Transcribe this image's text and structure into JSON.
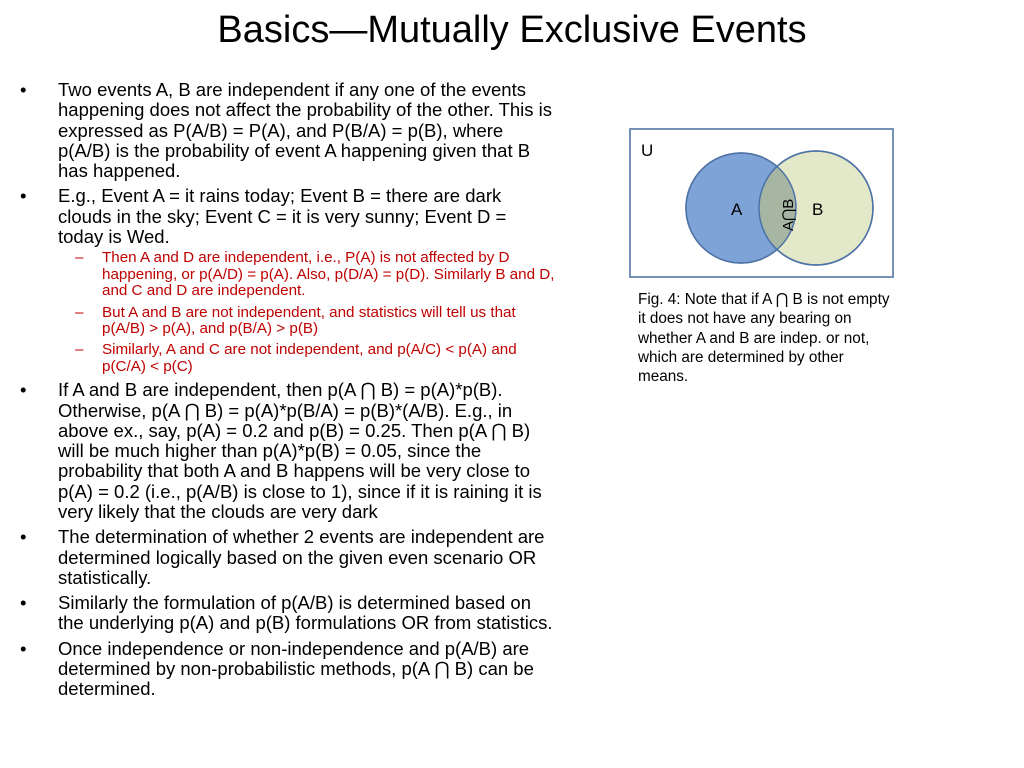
{
  "title": "Basics—Mutually Exclusive Events",
  "bullet_char": "•",
  "sub_bullet_char": "–",
  "bullets": [
    {
      "text": "Two events A, B are independent if any one of the events happening does not affect the probability of the other. This is expressed as P(A/B) = P(A), and P(B/A) = p(B), where p(A/B) is the probability of event A happening given that B has happened."
    },
    {
      "text": "E.g., Event A = it rains today; Event B = there are dark clouds in the sky; Event C = it is very sunny; Event D = today is Wed.",
      "subs": [
        "Then A and D are independent, i.e., P(A) is not affected by D happening, or p(A/D) = p(A). Also, p(D/A) = p(D). Similarly B and D, and C and D are independent.",
        "But A and B are not independent, and statistics will tell us that p(A/B) > p(A), and p(B/A) > p(B)",
        "Similarly, A and C are not independent, and p(A/C)  < p(A) and p(C/A) < p(C)"
      ]
    },
    {
      "text": "If A and B are independent, then p(A ⋂ B) = p(A)*p(B). Otherwise, p(A ⋂ B) = p(A)*p(B/A) = p(B)*(A/B). E.g., in above ex., say, p(A) = 0.2 and p(B) = 0.25. Then p(A ⋂ B) will be much higher than p(A)*p(B) = 0.05, since the probability that both A and B happens will be very close to p(A) = 0.2 (i.e., p(A/B) is close to 1), since if it is raining it is very likely that the clouds are very dark"
    },
    {
      "text": "The determination of whether 2 events are independent are determined logically based on the given even scenario OR statistically."
    },
    {
      "text": "Similarly the formulation of p(A/B) is determined based on the underlying p(A) and p(B) formulations OR from statistics."
    },
    {
      "text": "Once independence or non-independence and p(A/B) are determined by non-probabilistic methods, p(A ⋂ B) can be determined."
    }
  ],
  "venn": {
    "universe_label": "U",
    "a_label": "A",
    "b_label": "B",
    "intersection_label": "A⋂B",
    "colors": {
      "a_fill": "#7ea3d7",
      "b_fill": "#e3e8c8",
      "overlap_fill": "#a7b6a3",
      "border": "#7591b5",
      "circle_stroke": "#4f73a6"
    }
  },
  "caption": "Fig. 4: Note that if A ⋂ B is not empty it does not have any bearing on whether A and B are indep. or  not, which are determined by other means."
}
